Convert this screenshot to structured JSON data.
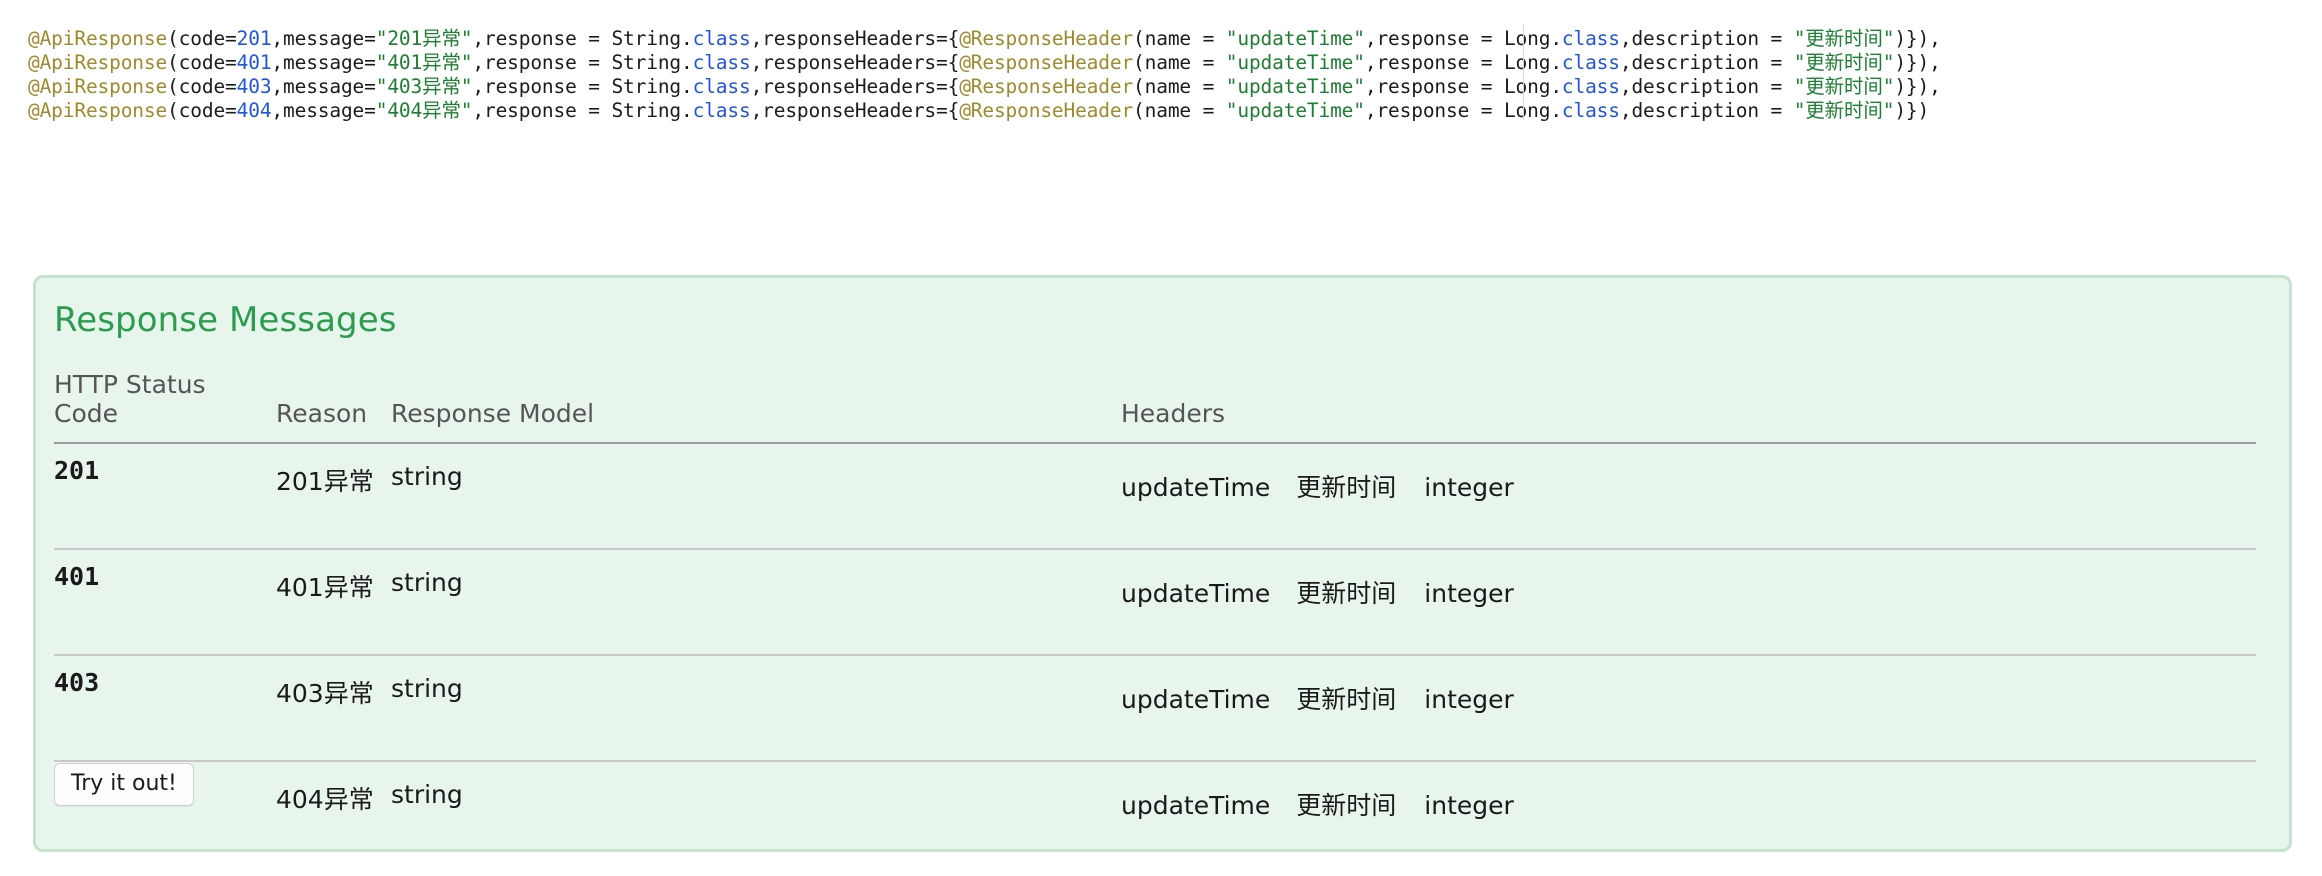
{
  "code_block": {
    "language": "java",
    "lines": [
      {
        "id": "line-201",
        "parts": [
          {
            "t": "ann",
            "v": "@ApiResponse"
          },
          {
            "t": "pln",
            "v": "(code="
          },
          {
            "t": "num",
            "v": "201"
          },
          {
            "t": "pln",
            "v": ",message="
          },
          {
            "t": "str",
            "v": "\"201异常\""
          },
          {
            "t": "pln",
            "v": ",response = String."
          },
          {
            "t": "kw",
            "v": "class"
          },
          {
            "t": "pln",
            "v": ",responseHeaders={"
          },
          {
            "t": "ann",
            "v": "@ResponseHeader"
          },
          {
            "t": "pln",
            "v": "(name = "
          },
          {
            "t": "str",
            "v": "\"updateTime\""
          },
          {
            "t": "pln",
            "v": ",response = Long."
          },
          {
            "t": "kw",
            "v": "class"
          },
          {
            "t": "pln",
            "v": ",description = "
          },
          {
            "t": "str",
            "v": "\"更新时间\""
          },
          {
            "t": "pln",
            "v": ")}),"
          }
        ]
      },
      {
        "id": "line-401",
        "parts": [
          {
            "t": "ann",
            "v": "@ApiResponse"
          },
          {
            "t": "pln",
            "v": "(code="
          },
          {
            "t": "num",
            "v": "401"
          },
          {
            "t": "pln",
            "v": ",message="
          },
          {
            "t": "str",
            "v": "\"401异常\""
          },
          {
            "t": "pln",
            "v": ",response = String."
          },
          {
            "t": "kw",
            "v": "class"
          },
          {
            "t": "pln",
            "v": ",responseHeaders={"
          },
          {
            "t": "ann",
            "v": "@ResponseHeader"
          },
          {
            "t": "pln",
            "v": "(name = "
          },
          {
            "t": "str",
            "v": "\"updateTime\""
          },
          {
            "t": "pln",
            "v": ",response = Long."
          },
          {
            "t": "kw",
            "v": "class"
          },
          {
            "t": "pln",
            "v": ",description = "
          },
          {
            "t": "str",
            "v": "\"更新时间\""
          },
          {
            "t": "pln",
            "v": ")}),"
          }
        ]
      },
      {
        "id": "line-403",
        "parts": [
          {
            "t": "ann",
            "v": "@ApiResponse"
          },
          {
            "t": "pln",
            "v": "(code="
          },
          {
            "t": "num",
            "v": "403"
          },
          {
            "t": "pln",
            "v": ",message="
          },
          {
            "t": "str",
            "v": "\"403异常\""
          },
          {
            "t": "pln",
            "v": ",response = String."
          },
          {
            "t": "kw",
            "v": "class"
          },
          {
            "t": "pln",
            "v": ",responseHeaders={"
          },
          {
            "t": "ann",
            "v": "@ResponseHeader"
          },
          {
            "t": "pln",
            "v": "(name = "
          },
          {
            "t": "str",
            "v": "\"updateTime\""
          },
          {
            "t": "pln",
            "v": ",response = Long."
          },
          {
            "t": "kw",
            "v": "class"
          },
          {
            "t": "pln",
            "v": ",description = "
          },
          {
            "t": "str",
            "v": "\"更新时间\""
          },
          {
            "t": "pln",
            "v": ")}),"
          }
        ]
      },
      {
        "id": "line-404",
        "parts": [
          {
            "t": "ann",
            "v": "@ApiResponse"
          },
          {
            "t": "pln",
            "v": "(code="
          },
          {
            "t": "num",
            "v": "404"
          },
          {
            "t": "pln",
            "v": ",message="
          },
          {
            "t": "str",
            "v": "\"404异常\""
          },
          {
            "t": "pln",
            "v": ",response = String."
          },
          {
            "t": "kw",
            "v": "class"
          },
          {
            "t": "pln",
            "v": ",responseHeaders={"
          },
          {
            "t": "ann",
            "v": "@ResponseHeader"
          },
          {
            "t": "pln",
            "v": "(name = "
          },
          {
            "t": "str",
            "v": "\"updateTime\""
          },
          {
            "t": "pln",
            "v": ",response = Long."
          },
          {
            "t": "kw",
            "v": "class"
          },
          {
            "t": "pln",
            "v": ",description = "
          },
          {
            "t": "str",
            "v": "\"更新时间\""
          },
          {
            "t": "pln",
            "v": ")})"
          }
        ]
      }
    ]
  },
  "response_panel": {
    "title": "Response Messages",
    "columns": {
      "status": "HTTP Status Code",
      "reason": "Reason",
      "model": "Response Model",
      "headers": "Headers"
    },
    "rows": [
      {
        "status": "201",
        "reason": "201异常",
        "model": "string",
        "headers": [
          {
            "name": "updateTime",
            "description": "更新时间",
            "type": "integer"
          }
        ]
      },
      {
        "status": "401",
        "reason": "401异常",
        "model": "string",
        "headers": [
          {
            "name": "updateTime",
            "description": "更新时间",
            "type": "integer"
          }
        ]
      },
      {
        "status": "403",
        "reason": "403异常",
        "model": "string",
        "headers": [
          {
            "name": "updateTime",
            "description": "更新时间",
            "type": "integer"
          }
        ]
      },
      {
        "status": "404",
        "reason": "404异常",
        "model": "string",
        "headers": [
          {
            "name": "updateTime",
            "description": "更新时间",
            "type": "integer"
          }
        ]
      }
    ],
    "try_it_out_label": "Try it out!"
  },
  "colors": {
    "panel_background": "#e8f5ec",
    "panel_border": "#c3e3cf",
    "panel_title": "#2a9d4e",
    "code_annotation": "#9e8a2e",
    "code_number": "#2255dd",
    "code_keyword": "#2255dd",
    "code_string": "#1e7f33",
    "code_plain": "#1c1c1c",
    "table_header_text": "#555555",
    "table_rule": "#c9c9c9"
  }
}
